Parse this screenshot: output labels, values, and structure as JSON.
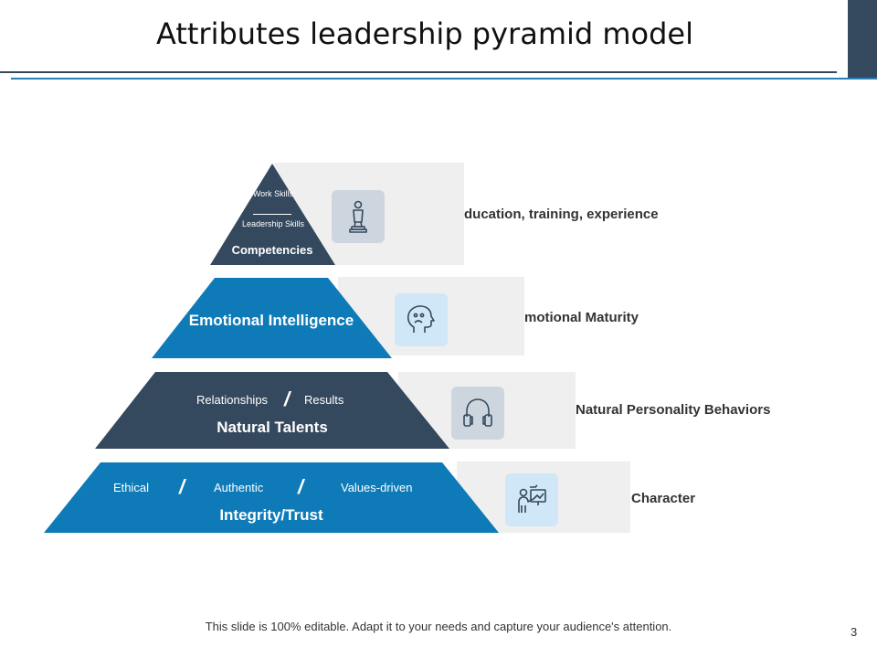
{
  "title": "Attributes leadership pyramid model",
  "colors": {
    "dark": "#34495e",
    "blue": "#0e7bb8",
    "band": "#efefef",
    "icon_dark_bg": "#cdd6de",
    "icon_light_bg": "#cfe7f7"
  },
  "tiers": [
    {
      "title": "Competencies",
      "sub_top": "Work Skills",
      "sub_bottom": "Leadership Skills",
      "description": "ducation, training, experience",
      "icon": "statue-icon",
      "color": "dark"
    },
    {
      "title": "Emotional Intelligence",
      "description": "motional Maturity",
      "icon": "emotional-head-icon",
      "color": "blue"
    },
    {
      "title": "Natural Talents",
      "sub": [
        "Relationships",
        "Results"
      ],
      "separator": "/",
      "description": "Natural Personality Behaviors",
      "icon": "headphones-icon",
      "color": "dark"
    },
    {
      "title": "Integrity/Trust",
      "sub": [
        "Ethical",
        "Authentic",
        "Values-driven"
      ],
      "separator": "/",
      "description": "Character",
      "icon": "presenter-icon",
      "color": "blue"
    }
  ],
  "footer": "This slide is 100% editable. Adapt it to your needs and capture your audience's attention.",
  "page_number": "3"
}
